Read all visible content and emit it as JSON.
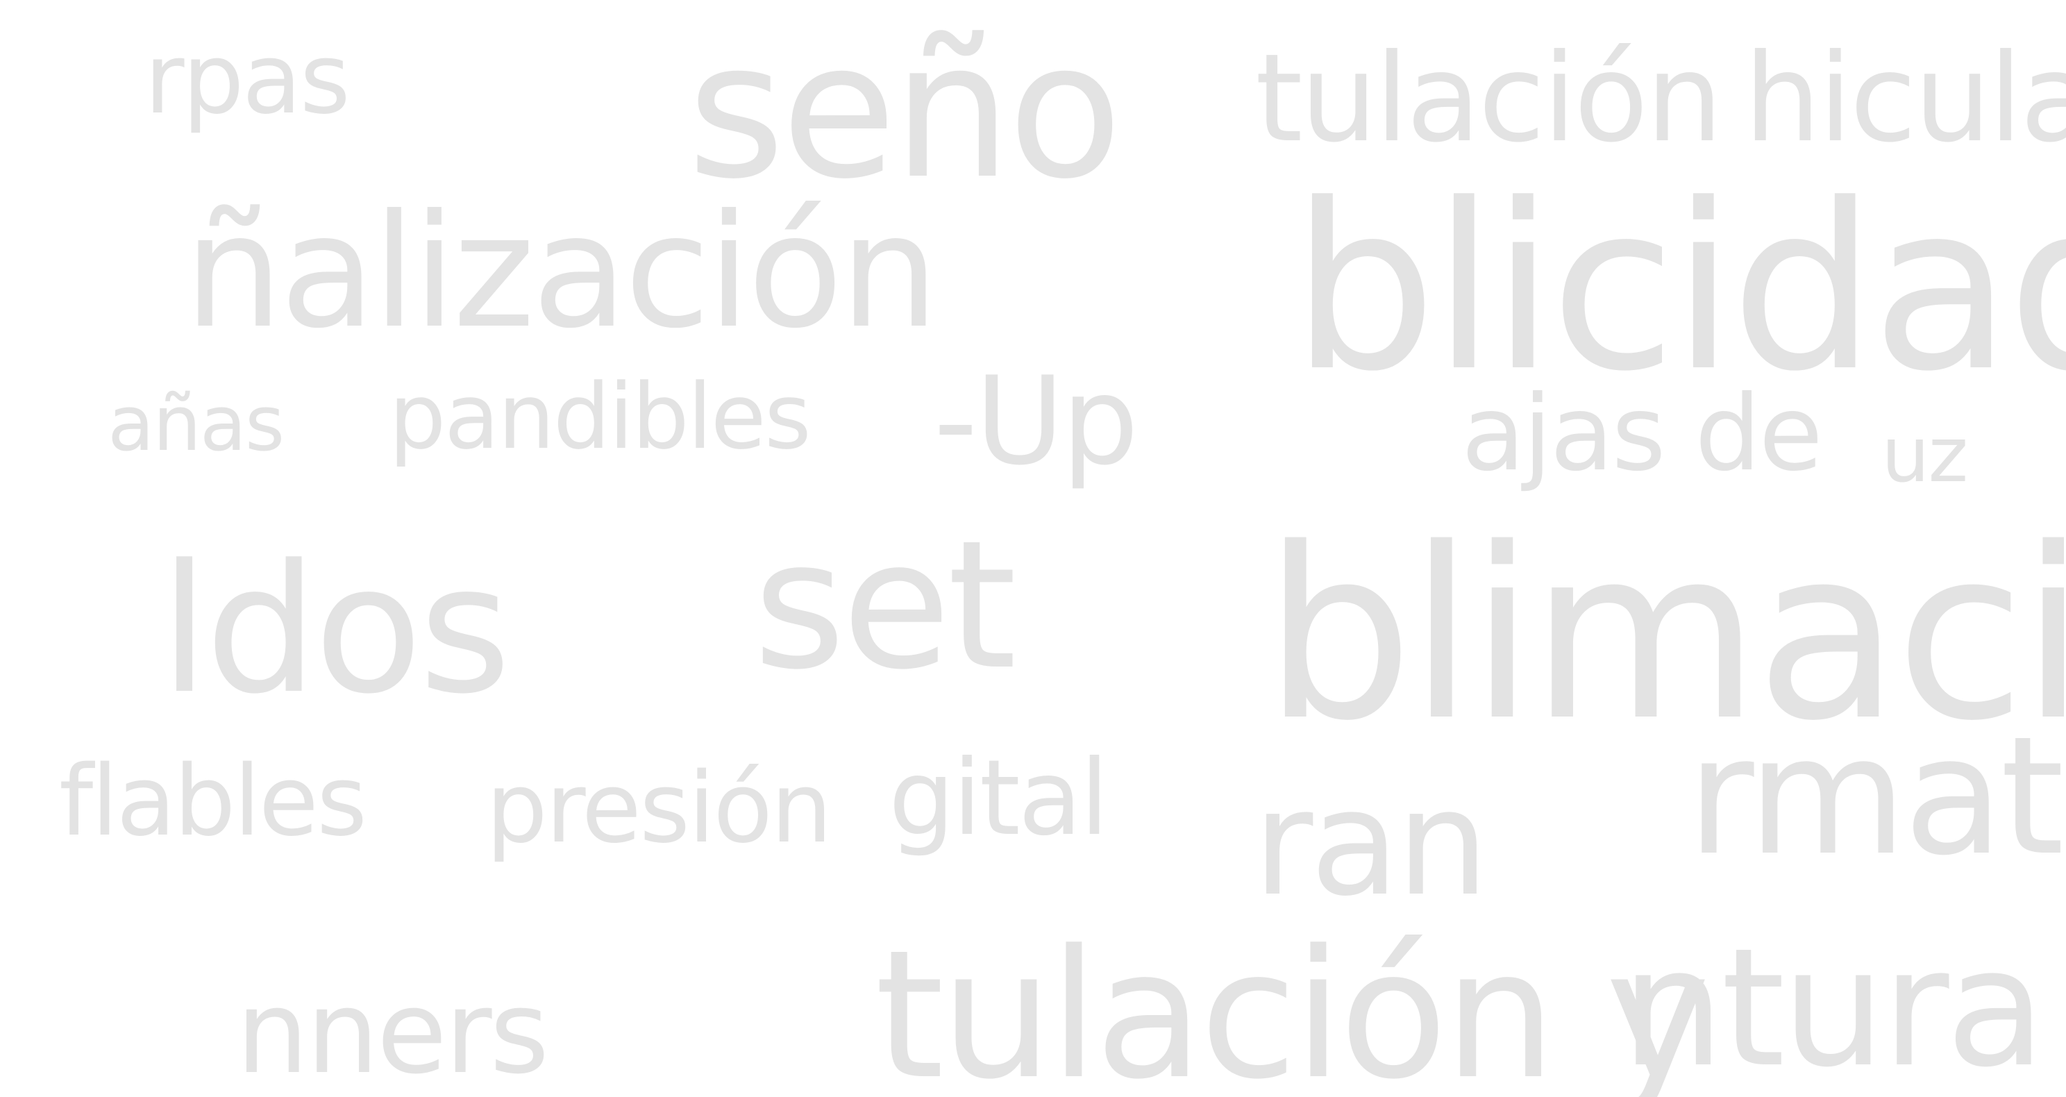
{
  "theme": {
    "background": "#ffffff",
    "text_color": "#e3e3e3"
  },
  "words": [
    "rpas",
    "seño",
    "tulación",
    "hicular",
    "ñalización",
    "blicidad",
    "añas",
    "pandibles",
    "-Up",
    "ajas de",
    "uz",
    "ldos",
    "set",
    "blimación",
    "flables",
    "presión",
    "gital",
    "ran",
    "rmato",
    "nners",
    "tulación y",
    "ntura"
  ]
}
